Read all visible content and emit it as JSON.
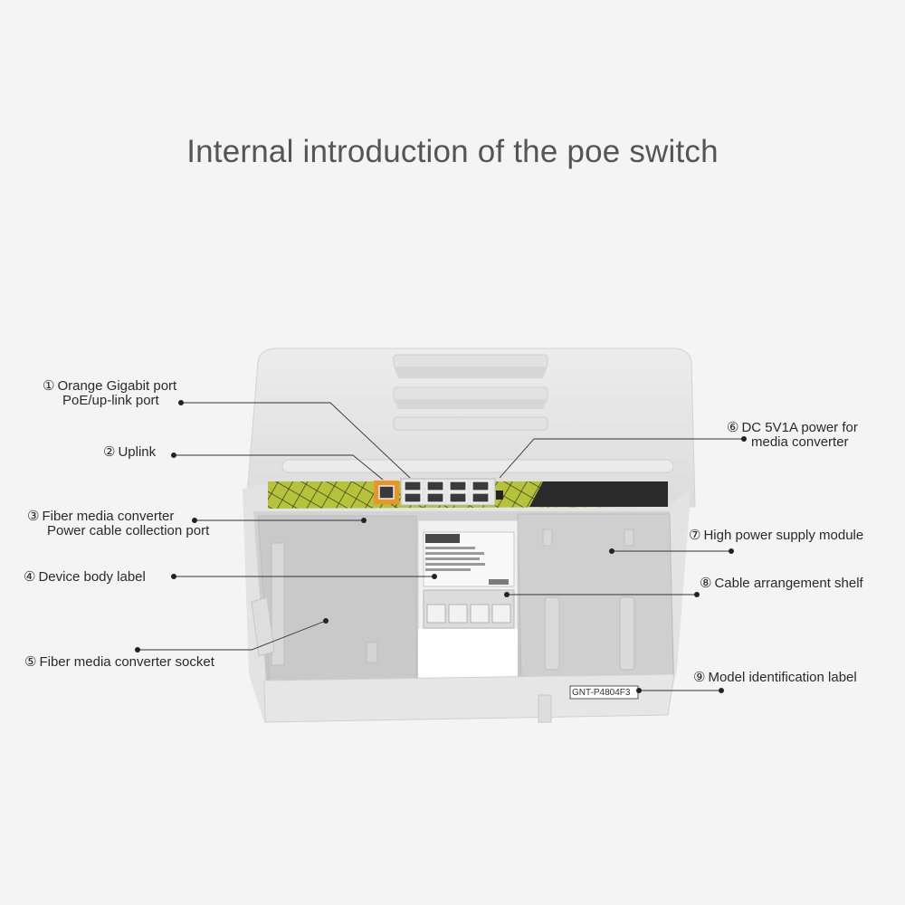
{
  "title": "Internal introduction of the poe switch",
  "callouts": {
    "c1": {
      "num": "①",
      "line1": "Orange Gigabit port",
      "line2": "PoE/up-link port"
    },
    "c2": {
      "num": "②",
      "line1": "Uplink"
    },
    "c3": {
      "num": "③",
      "line1": "Fiber media converter",
      "line2": "Power cable collection port"
    },
    "c4": {
      "num": "④",
      "line1": "Device body label"
    },
    "c5": {
      "num": "⑤",
      "line1": "Fiber media converter socket"
    },
    "c6": {
      "num": "⑥",
      "line1": "DC 5V1A power for",
      "line2": "media converter"
    },
    "c7": {
      "num": "⑦",
      "line1": "High power supply module"
    },
    "c8": {
      "num": "⑧",
      "line1": "Cable arrangement shelf"
    },
    "c9": {
      "num": "⑨",
      "line1": "Model identification label"
    }
  },
  "model_label": "GNT-P4804F3",
  "colors": {
    "background": "#f4f4f4",
    "title": "#555555",
    "panel_yellow": "#b8c43a",
    "port_orange": "#e8962a",
    "panel_dark": "#2a2a2a"
  }
}
